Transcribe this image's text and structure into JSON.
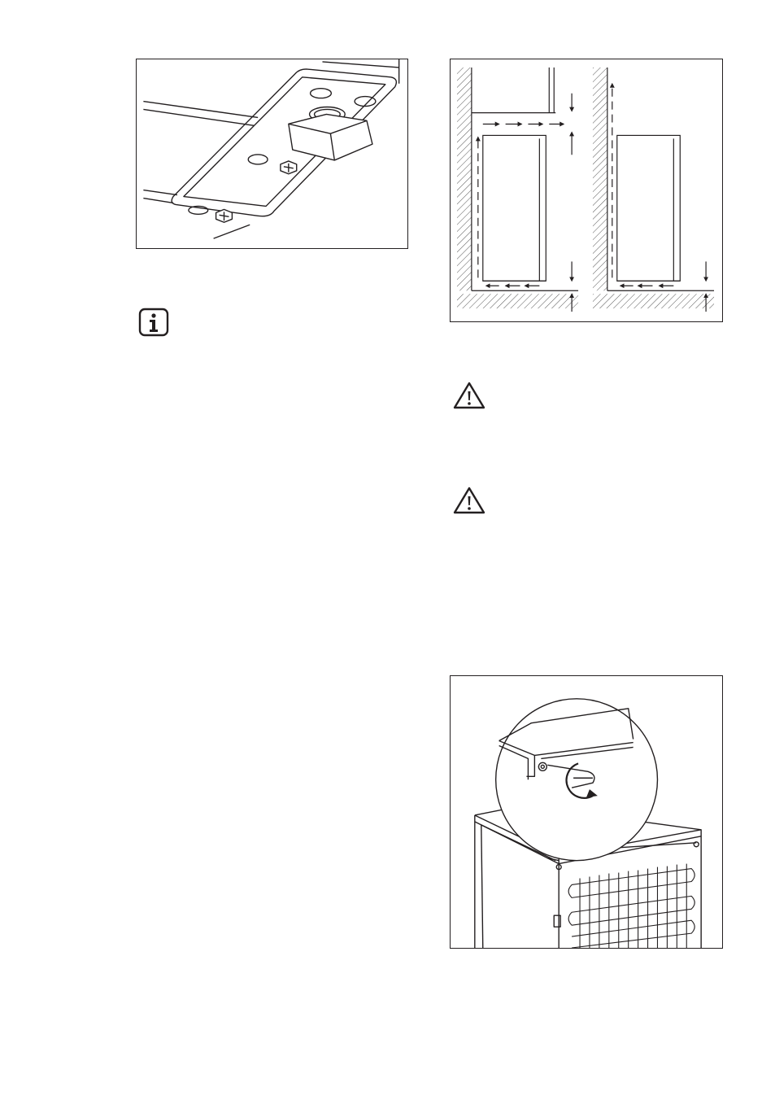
{
  "page": {
    "figures": [
      {
        "name": "adjustable-foot-illustration"
      },
      {
        "name": "ventilation-clearance-diagram"
      },
      {
        "name": "rear-spacer-installation-illustration"
      }
    ],
    "icons": {
      "info": "info-icon",
      "warning_1": "warning-triangle-icon",
      "warning_2": "warning-triangle-icon"
    },
    "colors": {
      "line": "#231f20",
      "hatch": "#555555",
      "background": "#ffffff"
    }
  }
}
